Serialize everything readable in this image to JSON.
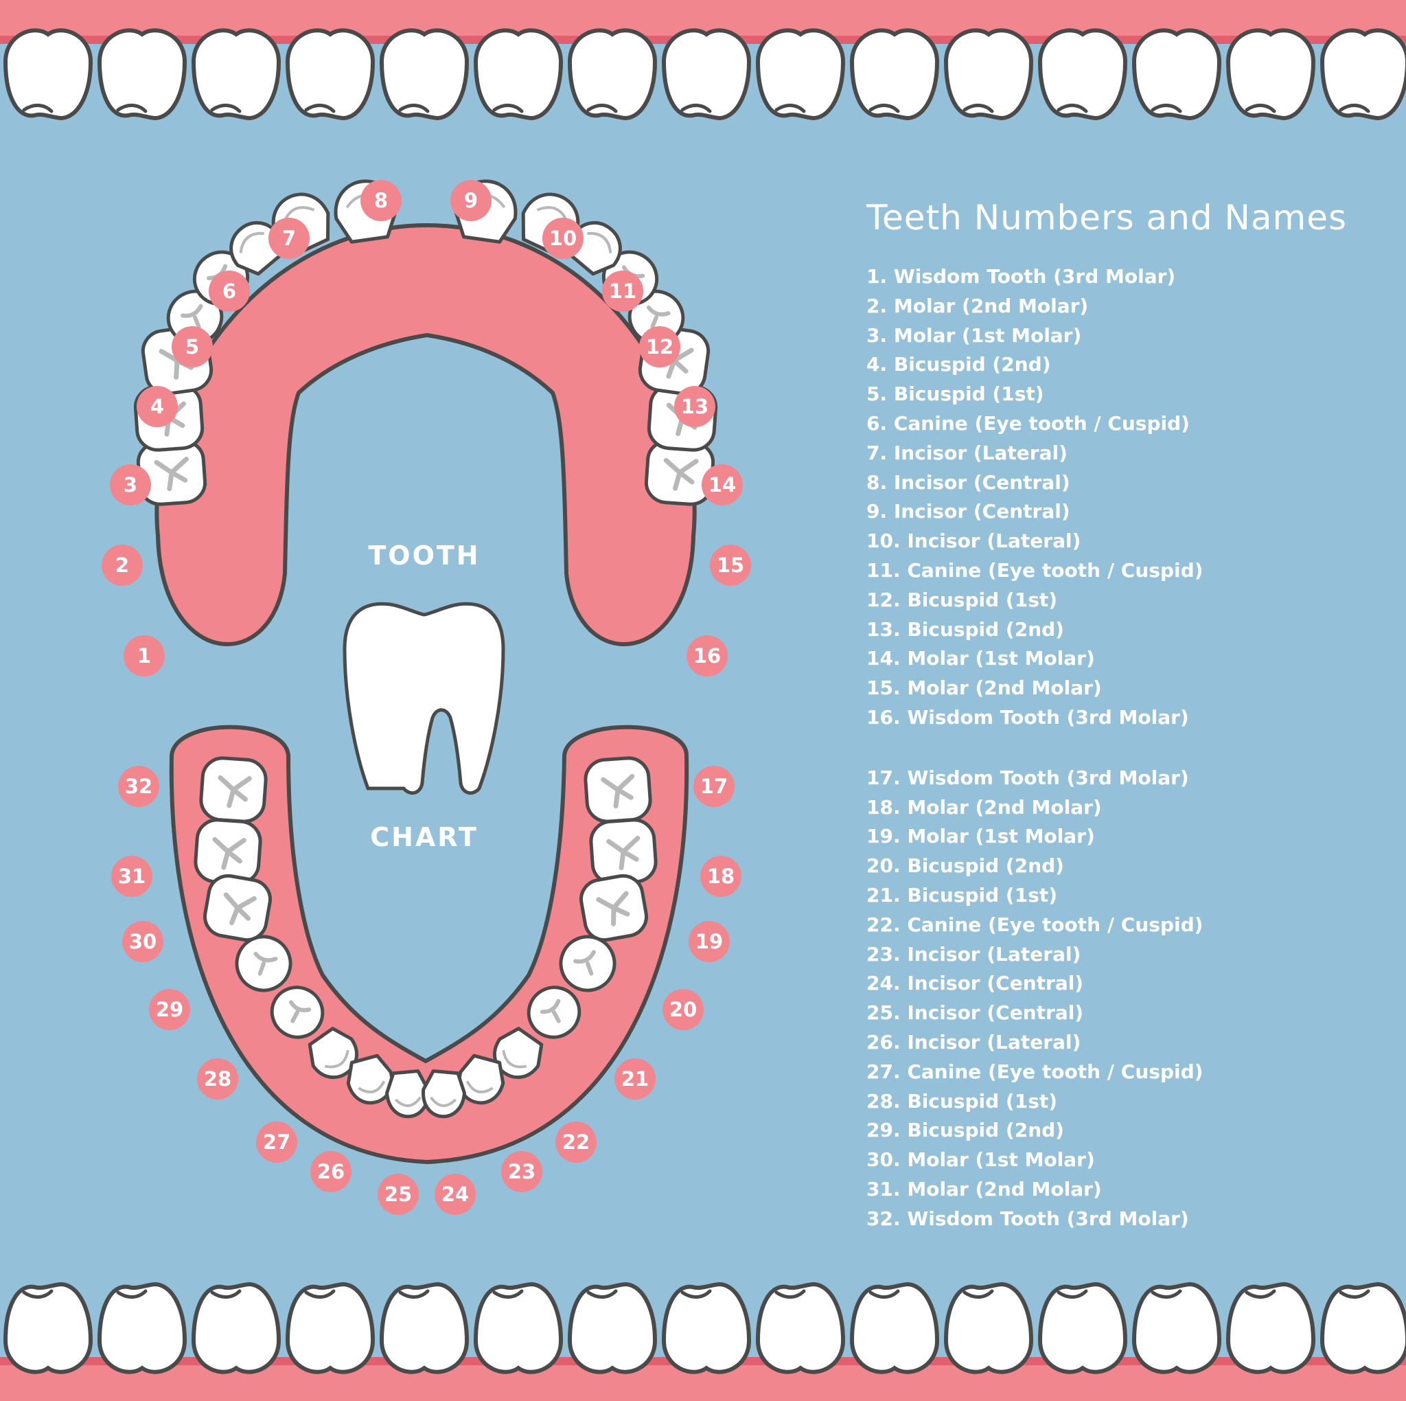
{
  "colors": {
    "background": "#94c1d9",
    "gum": "#f2868e",
    "gum_dark": "#e15f6e",
    "badge": "#f2868e",
    "tooth": "#ffffff",
    "outline": "#4a4a4a",
    "groove": "#b8b8b8",
    "text": "#ffffff"
  },
  "diagram": {
    "center_top": "TOOTH",
    "center_bottom": "CHART",
    "center_icon": "tooth-icon",
    "decor_icon": "tooth-row-icon"
  },
  "badges": [
    "1",
    "2",
    "3",
    "4",
    "5",
    "6",
    "7",
    "8",
    "9",
    "10",
    "11",
    "12",
    "13",
    "14",
    "15",
    "16",
    "17",
    "18",
    "19",
    "20",
    "21",
    "22",
    "23",
    "24",
    "25",
    "26",
    "27",
    "28",
    "29",
    "30",
    "31",
    "32"
  ],
  "legend": {
    "title": "Teeth Numbers and Names",
    "upper": [
      "1. Wisdom Tooth (3rd Molar)",
      "2. Molar (2nd Molar)",
      "3. Molar (1st Molar)",
      "4. Bicuspid (2nd)",
      "5. Bicuspid (1st)",
      "6. Canine (Eye tooth / Cuspid)",
      "7. Incisor (Lateral)",
      "8. Incisor (Central)",
      "9. Incisor (Central)",
      "10. Incisor (Lateral)",
      "11. Canine (Eye tooth / Cuspid)",
      "12. Bicuspid (1st)",
      "13. Bicuspid (2nd)",
      "14. Molar (1st Molar)",
      "15. Molar (2nd Molar)",
      "16. Wisdom Tooth (3rd Molar)"
    ],
    "lower": [
      "17. Wisdom Tooth (3rd Molar)",
      "18. Molar (2nd Molar)",
      "19. Molar (1st Molar)",
      "20. Bicuspid (2nd)",
      "21. Bicuspid (1st)",
      "22. Canine (Eye tooth / Cuspid)",
      "23. Incisor (Lateral)",
      "24. Incisor (Central)",
      "25. Incisor (Central)",
      "26. Incisor (Lateral)",
      "27. Canine (Eye tooth / Cuspid)",
      "28. Bicuspid (1st)",
      "29. Bicuspid (2nd)",
      "30. Molar (1st Molar)",
      "31. Molar (2nd Molar)",
      "32. Wisdom Tooth (3rd Molar)"
    ]
  }
}
